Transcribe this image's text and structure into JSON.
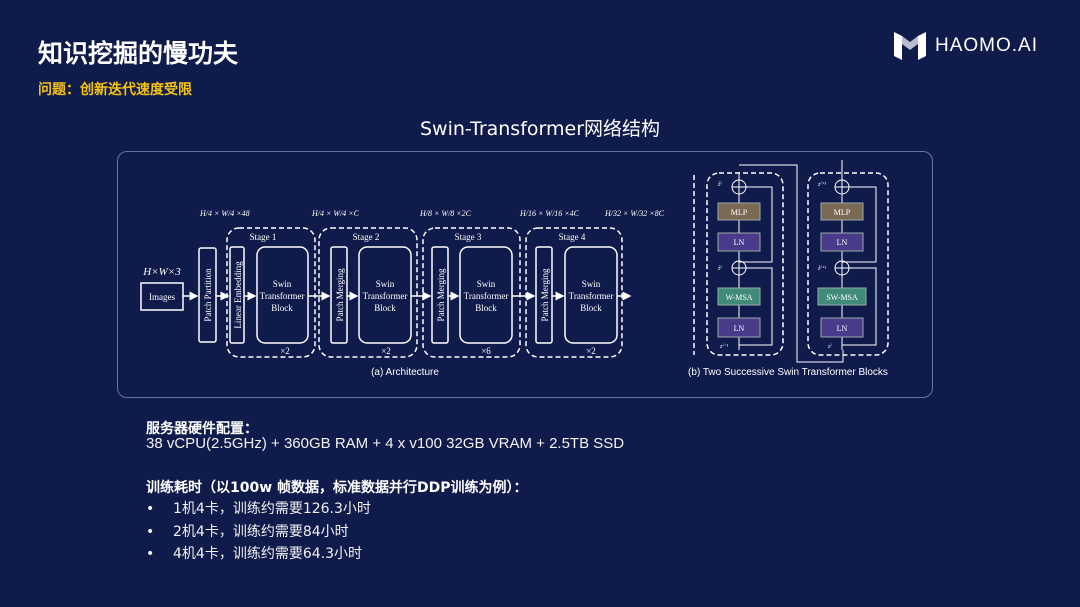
{
  "header": {
    "title": "知识挖掘的慢功夫",
    "subtitle": "问题：创新迭代速度受限",
    "logo_text": "HAOMO.AI"
  },
  "diagram": {
    "title": "Swin-Transformer网络结构",
    "input_dim": "H×W×3",
    "input_label": "Images",
    "patch_partition": "Patch Partition",
    "linear_embedding": "Linear Embedding",
    "patch_merging": "Patch Merging",
    "swin_block": [
      "Swin",
      "Transformer",
      "Block"
    ],
    "dims": [
      "H/4 × W/4 ×48",
      "H/4 × W/4 ×C",
      "H/8 × W/8 ×2C",
      "H/16 × W/16 ×4C",
      "H/32 × W/32 ×8C"
    ],
    "stages": [
      {
        "label": "Stage 1",
        "repeat": "×2"
      },
      {
        "label": "Stage 2",
        "repeat": "×2"
      },
      {
        "label": "Stage 3",
        "repeat": "×6"
      },
      {
        "label": "Stage 4",
        "repeat": "×2"
      }
    ],
    "caption_a": "(a) Architecture",
    "caption_b": "(b) Two Successive Swin Transformer Blocks",
    "block1": {
      "mlp": "MLP",
      "ln": "LN",
      "msa": "W-MSA",
      "z_out": "ẑˡ",
      "z_mid": "ẑˡ",
      "z_in": "zˡ⁻¹"
    },
    "block2": {
      "mlp": "MLP",
      "ln": "LN",
      "msa": "SW-MSA",
      "z_out": "zˡ⁺¹",
      "z_mid": "ẑˡ⁺¹",
      "z_in": "zˡ"
    },
    "colors": {
      "mlp": "#7a6a55",
      "ln": "#4a3a8a",
      "msa": "#3f8a78"
    }
  },
  "content": {
    "hardware_title": "服务器硬件配置：",
    "hardware_value": "38 vCPU(2.5GHz) + 360GB RAM + 4 x v100 32GB VRAM + 2.5TB SSD",
    "training_title": "训练耗时（以100w 帧数据，标准数据并行DDP训练为例）：",
    "bullets": [
      "1机4卡，训练约需要126.3小时",
      "2机4卡，训练约需要84小时",
      "4机4卡，训练约需要64.3小时"
    ]
  }
}
